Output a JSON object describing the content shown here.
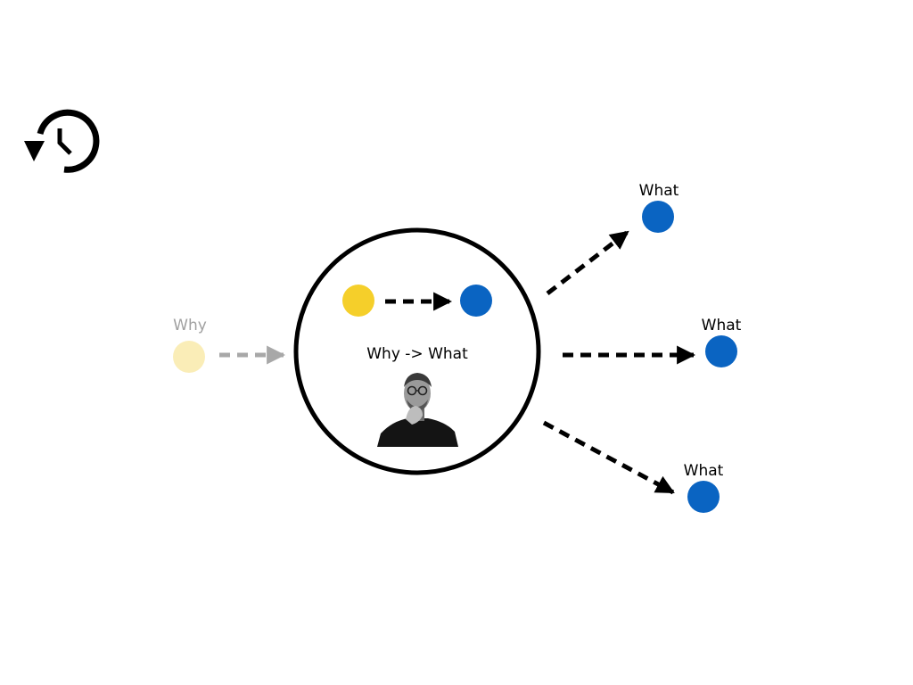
{
  "icons": {
    "history": "history-icon",
    "portrait": "person-portrait"
  },
  "labels": {
    "input_why": "Why",
    "center_caption": "Why -> What",
    "what_top": "What",
    "what_middle": "What",
    "what_bottom": "What"
  },
  "colors": {
    "why_yellow": "#F5CF2A",
    "why_faded": "#FAEDB7",
    "what_blue": "#0A64C2",
    "arrow_black": "#000000",
    "arrow_gray": "#A8A8A8",
    "label_gray": "#A0A0A0"
  }
}
